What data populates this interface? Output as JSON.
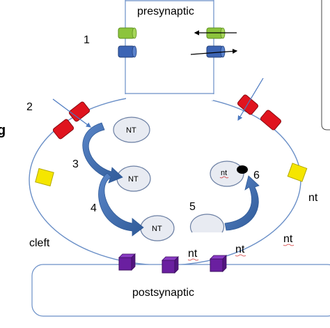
{
  "labels": {
    "presynaptic": "presynaptic",
    "postsynaptic": "postsynaptic",
    "cleft": "cleft",
    "side_fragment": "g"
  },
  "step_numbers": {
    "one": "1",
    "two": "2",
    "three": "3",
    "four": "4",
    "five": "5",
    "six": "6"
  },
  "vesicles": {
    "v1": "NT",
    "v2": "NT",
    "v3": "NT",
    "v6": "nt"
  },
  "free_nt": {
    "right": "nt",
    "cleft_right": "nt",
    "cleft_mid_a": "nt",
    "cleft_mid_b": "nt"
  },
  "colors": {
    "membrane": "#6a8fc7",
    "vesicle_fill": "#e8ebf2",
    "vesicle_stroke": "#6b7fa3",
    "arrow_blue": "#3e6aa8",
    "channel_green": "#8cc43c",
    "channel_blue": "#3c64b4",
    "channel_red": "#e0141e",
    "channel_yellow": "#f5e600",
    "receptor_purple": "#6a1fa0"
  },
  "icons": [
    "ion-channel-green",
    "ion-channel-blue",
    "ion-channel-red",
    "pump-yellow",
    "receptor-purple",
    "curved-arrow",
    "squiggle-underline"
  ]
}
